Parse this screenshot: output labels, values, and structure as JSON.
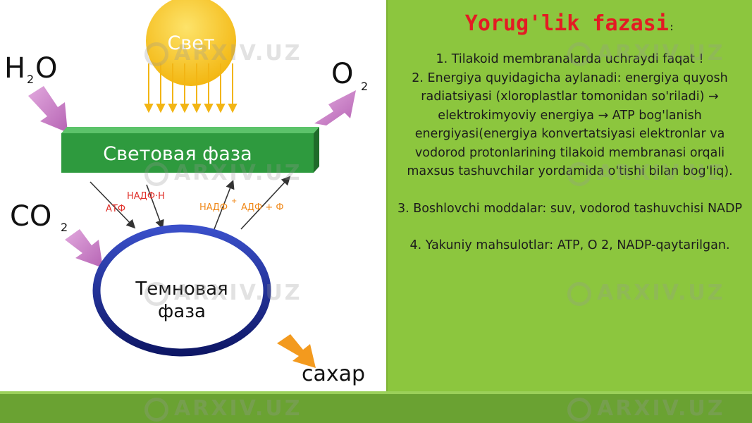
{
  "diagram": {
    "sun_label": "Свет",
    "water": {
      "main": "H",
      "sub": "2",
      "tail": "O"
    },
    "oxygen": {
      "main": "O",
      "sub": "2"
    },
    "co2": {
      "main": "CO",
      "sub": "2"
    },
    "light_phase": "Световая фаза",
    "dark_phase_line1": "Темновая",
    "dark_phase_line2": "фаза",
    "nadph": "НАДФ·Н",
    "atp": "АТФ",
    "nadp": "НАДФ",
    "nadp_sup": "+",
    "adp": "АДФ + Ф",
    "sugar": "сахар"
  },
  "panel": {
    "title": "Yorug'lik fazasi",
    "title_suffix": ":",
    "item1": "1. Tilakoid membranalarda uchraydi faqat !",
    "item2": "2. Energiya quyidagicha aylanadi: energiya quyosh radiatsiyasi (xloroplastlar tomonidan so'riladi) → elektrokimyoviy energiya → ATP bog'lanish energiyasi(energiya konvertatsiyasi elektronlar va vodorod protonlarining tilakoid membranasi orqali maxsus tashuvchilar yordamida o'tishi bilan bog'liq).",
    "item3": "3. Boshlovchi moddalar: suv, vodorod tashuvchisi NADP",
    "item4": "4. Yakuniy mahsulotlar: ATP, O 2, NADP-qaytarilgan."
  },
  "watermark": "ARXIV.UZ",
  "colors": {
    "panel_bg": "#8cc63e",
    "title_red": "#e31b23",
    "sun_yellow": "#f7c41f",
    "light_phase_green": "#2e9a3e",
    "dark_cycle_blue": "#1b2a8c",
    "arrow_pink": "#c87cc6",
    "arrow_orange": "#f39a1e",
    "bar_green": "#6aa232"
  }
}
